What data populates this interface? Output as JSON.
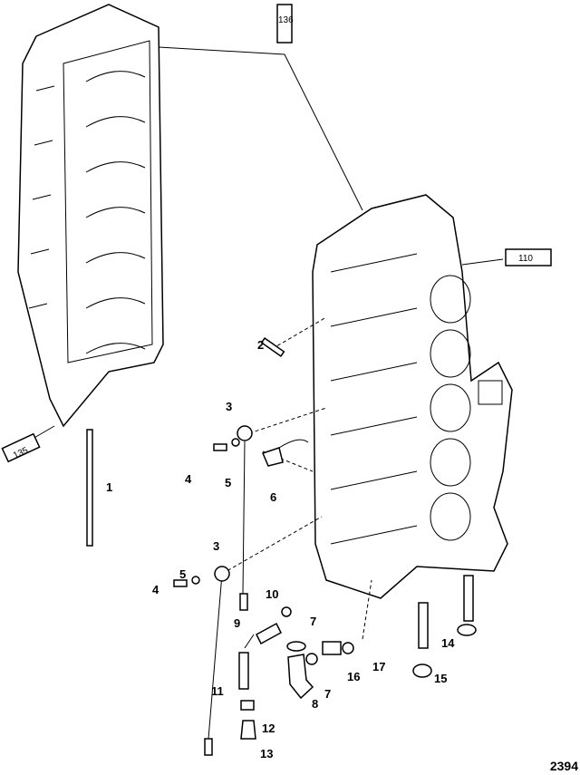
{
  "diagram": {
    "figure_id": "2394",
    "sealant_tubes": [
      {
        "label": "136"
      },
      {
        "label": "110"
      },
      {
        "label": "135"
      }
    ],
    "callouts": [
      "1",
      "2",
      "3",
      "4",
      "5",
      "6",
      "3",
      "5",
      "4",
      "10",
      "9",
      "7",
      "11",
      "12",
      "13",
      "8",
      "7",
      "16",
      "17",
      "14",
      "15"
    ]
  }
}
